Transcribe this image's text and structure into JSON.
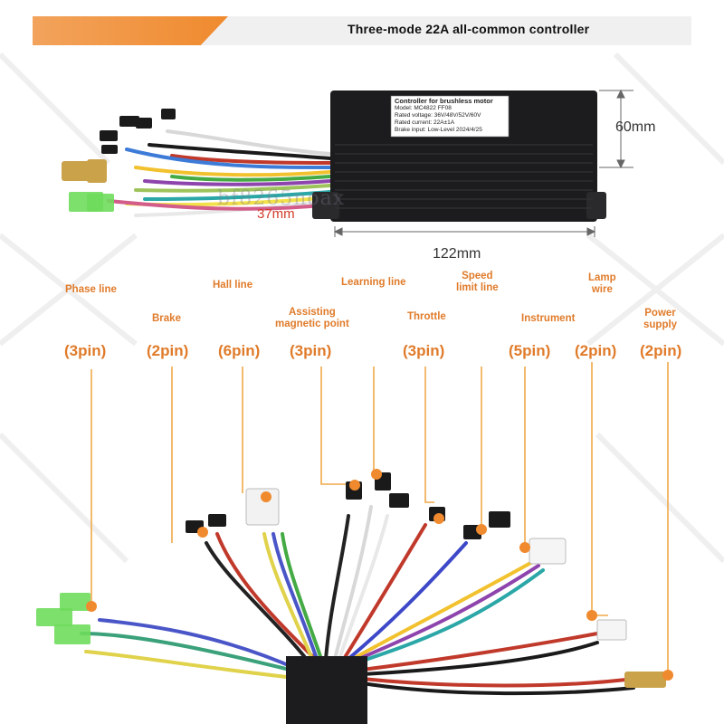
{
  "header": {
    "title": "Three-mode 22A all-common controller"
  },
  "product_label": {
    "line1": "Controller for brushless motor",
    "line2": "Model: MC4822  FF08",
    "line3": "Rated voltage:  36V/48V/52V/60V",
    "line4": "Rated current:   22A±1A",
    "line5": "Brake input:   Low-Level   2024/4/25"
  },
  "dimensions": {
    "height": "60mm",
    "depth": "37mm",
    "length": "122mm"
  },
  "watermark": "bf8265noax",
  "connectors": [
    {
      "id": "phase-line",
      "label": "Phase line",
      "pins": "(3pin)"
    },
    {
      "id": "brake",
      "label": "Brake",
      "pins": "(2pin)"
    },
    {
      "id": "hall-line",
      "label": "Hall line",
      "pins": "(6pin)"
    },
    {
      "id": "assisting-magnetic-point",
      "label_line1": "Assisting",
      "label_line2": "magnetic point",
      "pins": "(3pin)"
    },
    {
      "id": "learning-line",
      "label": "Learning line"
    },
    {
      "id": "throttle",
      "label": "Throttle",
      "pins": "(3pin)"
    },
    {
      "id": "speed-limit-line",
      "label_line1": "Speed",
      "label_line2": "limit line"
    },
    {
      "id": "instrument",
      "label": "Instrument",
      "pins": "(5pin)"
    },
    {
      "id": "lamp-wire",
      "label_line1": "Lamp",
      "label_line2": "wire",
      "pins": "(2pin)"
    },
    {
      "id": "power-supply",
      "label_line1": "Power",
      "label_line2": "supply",
      "pins": "(2pin)"
    }
  ],
  "colors": {
    "accent": "#e07b2a",
    "leader_line": "#f0a94a",
    "dot": "#f08a2e",
    "controller_body": "#1c1c1e",
    "connector_green": "#6fdc5c",
    "brass": "#c9a24a"
  }
}
